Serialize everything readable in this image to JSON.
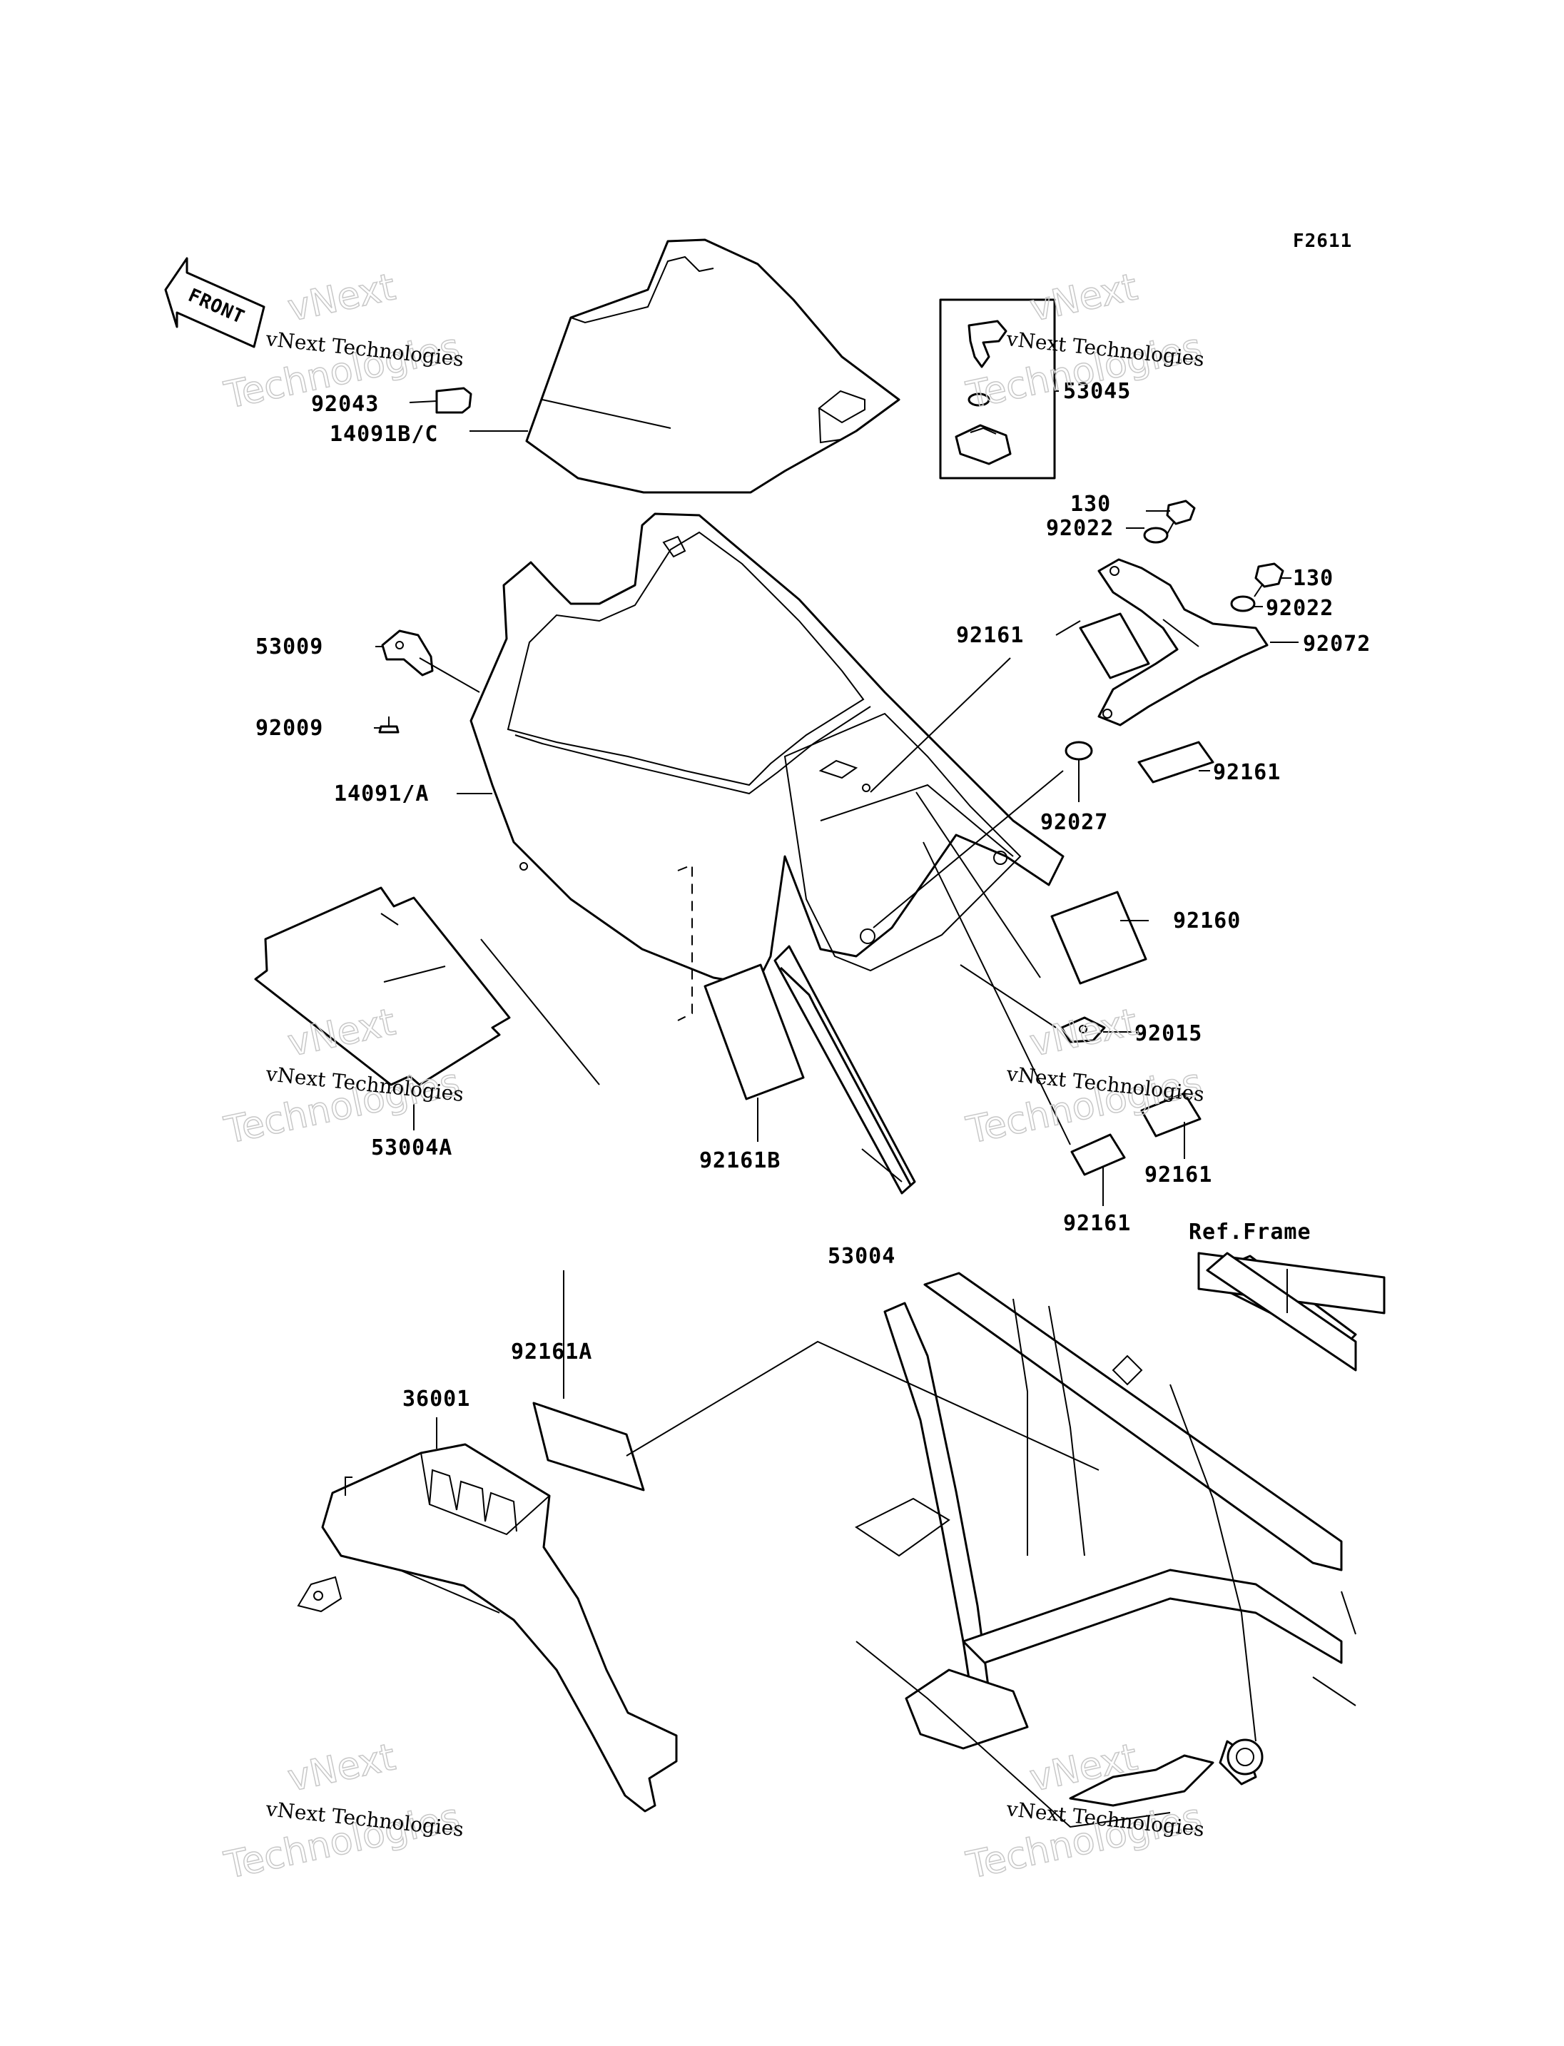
{
  "figure_code": "F2611",
  "front_label": "FRONT",
  "ref_label": "Ref.Frame",
  "watermark": {
    "line1": "vNext Technologies",
    "line2": "vNext",
    "line3": "Technologies"
  },
  "parts": [
    {
      "id": "92043",
      "label": "92043"
    },
    {
      "id": "14091bc",
      "label": "14091B/C"
    },
    {
      "id": "53045",
      "label": "53045"
    },
    {
      "id": "130a",
      "label": "130"
    },
    {
      "id": "92022a",
      "label": "92022"
    },
    {
      "id": "130b",
      "label": "130"
    },
    {
      "id": "92022b",
      "label": "92022"
    },
    {
      "id": "92161a",
      "label": "92161"
    },
    {
      "id": "92072",
      "label": "92072"
    },
    {
      "id": "53009",
      "label": "53009"
    },
    {
      "id": "92009",
      "label": "92009"
    },
    {
      "id": "92161b",
      "label": "92161"
    },
    {
      "id": "14091a",
      "label": "14091/A"
    },
    {
      "id": "92027",
      "label": "92027"
    },
    {
      "id": "92160",
      "label": "92160"
    },
    {
      "id": "92015",
      "label": "92015"
    },
    {
      "id": "53004a",
      "label": "53004A"
    },
    {
      "id": "92161c",
      "label": "92161"
    },
    {
      "id": "92161B",
      "label": "92161B"
    },
    {
      "id": "92161d",
      "label": "92161"
    },
    {
      "id": "53004",
      "label": "53004"
    },
    {
      "id": "92161A",
      "label": "92161A"
    },
    {
      "id": "36001",
      "label": "36001"
    }
  ]
}
